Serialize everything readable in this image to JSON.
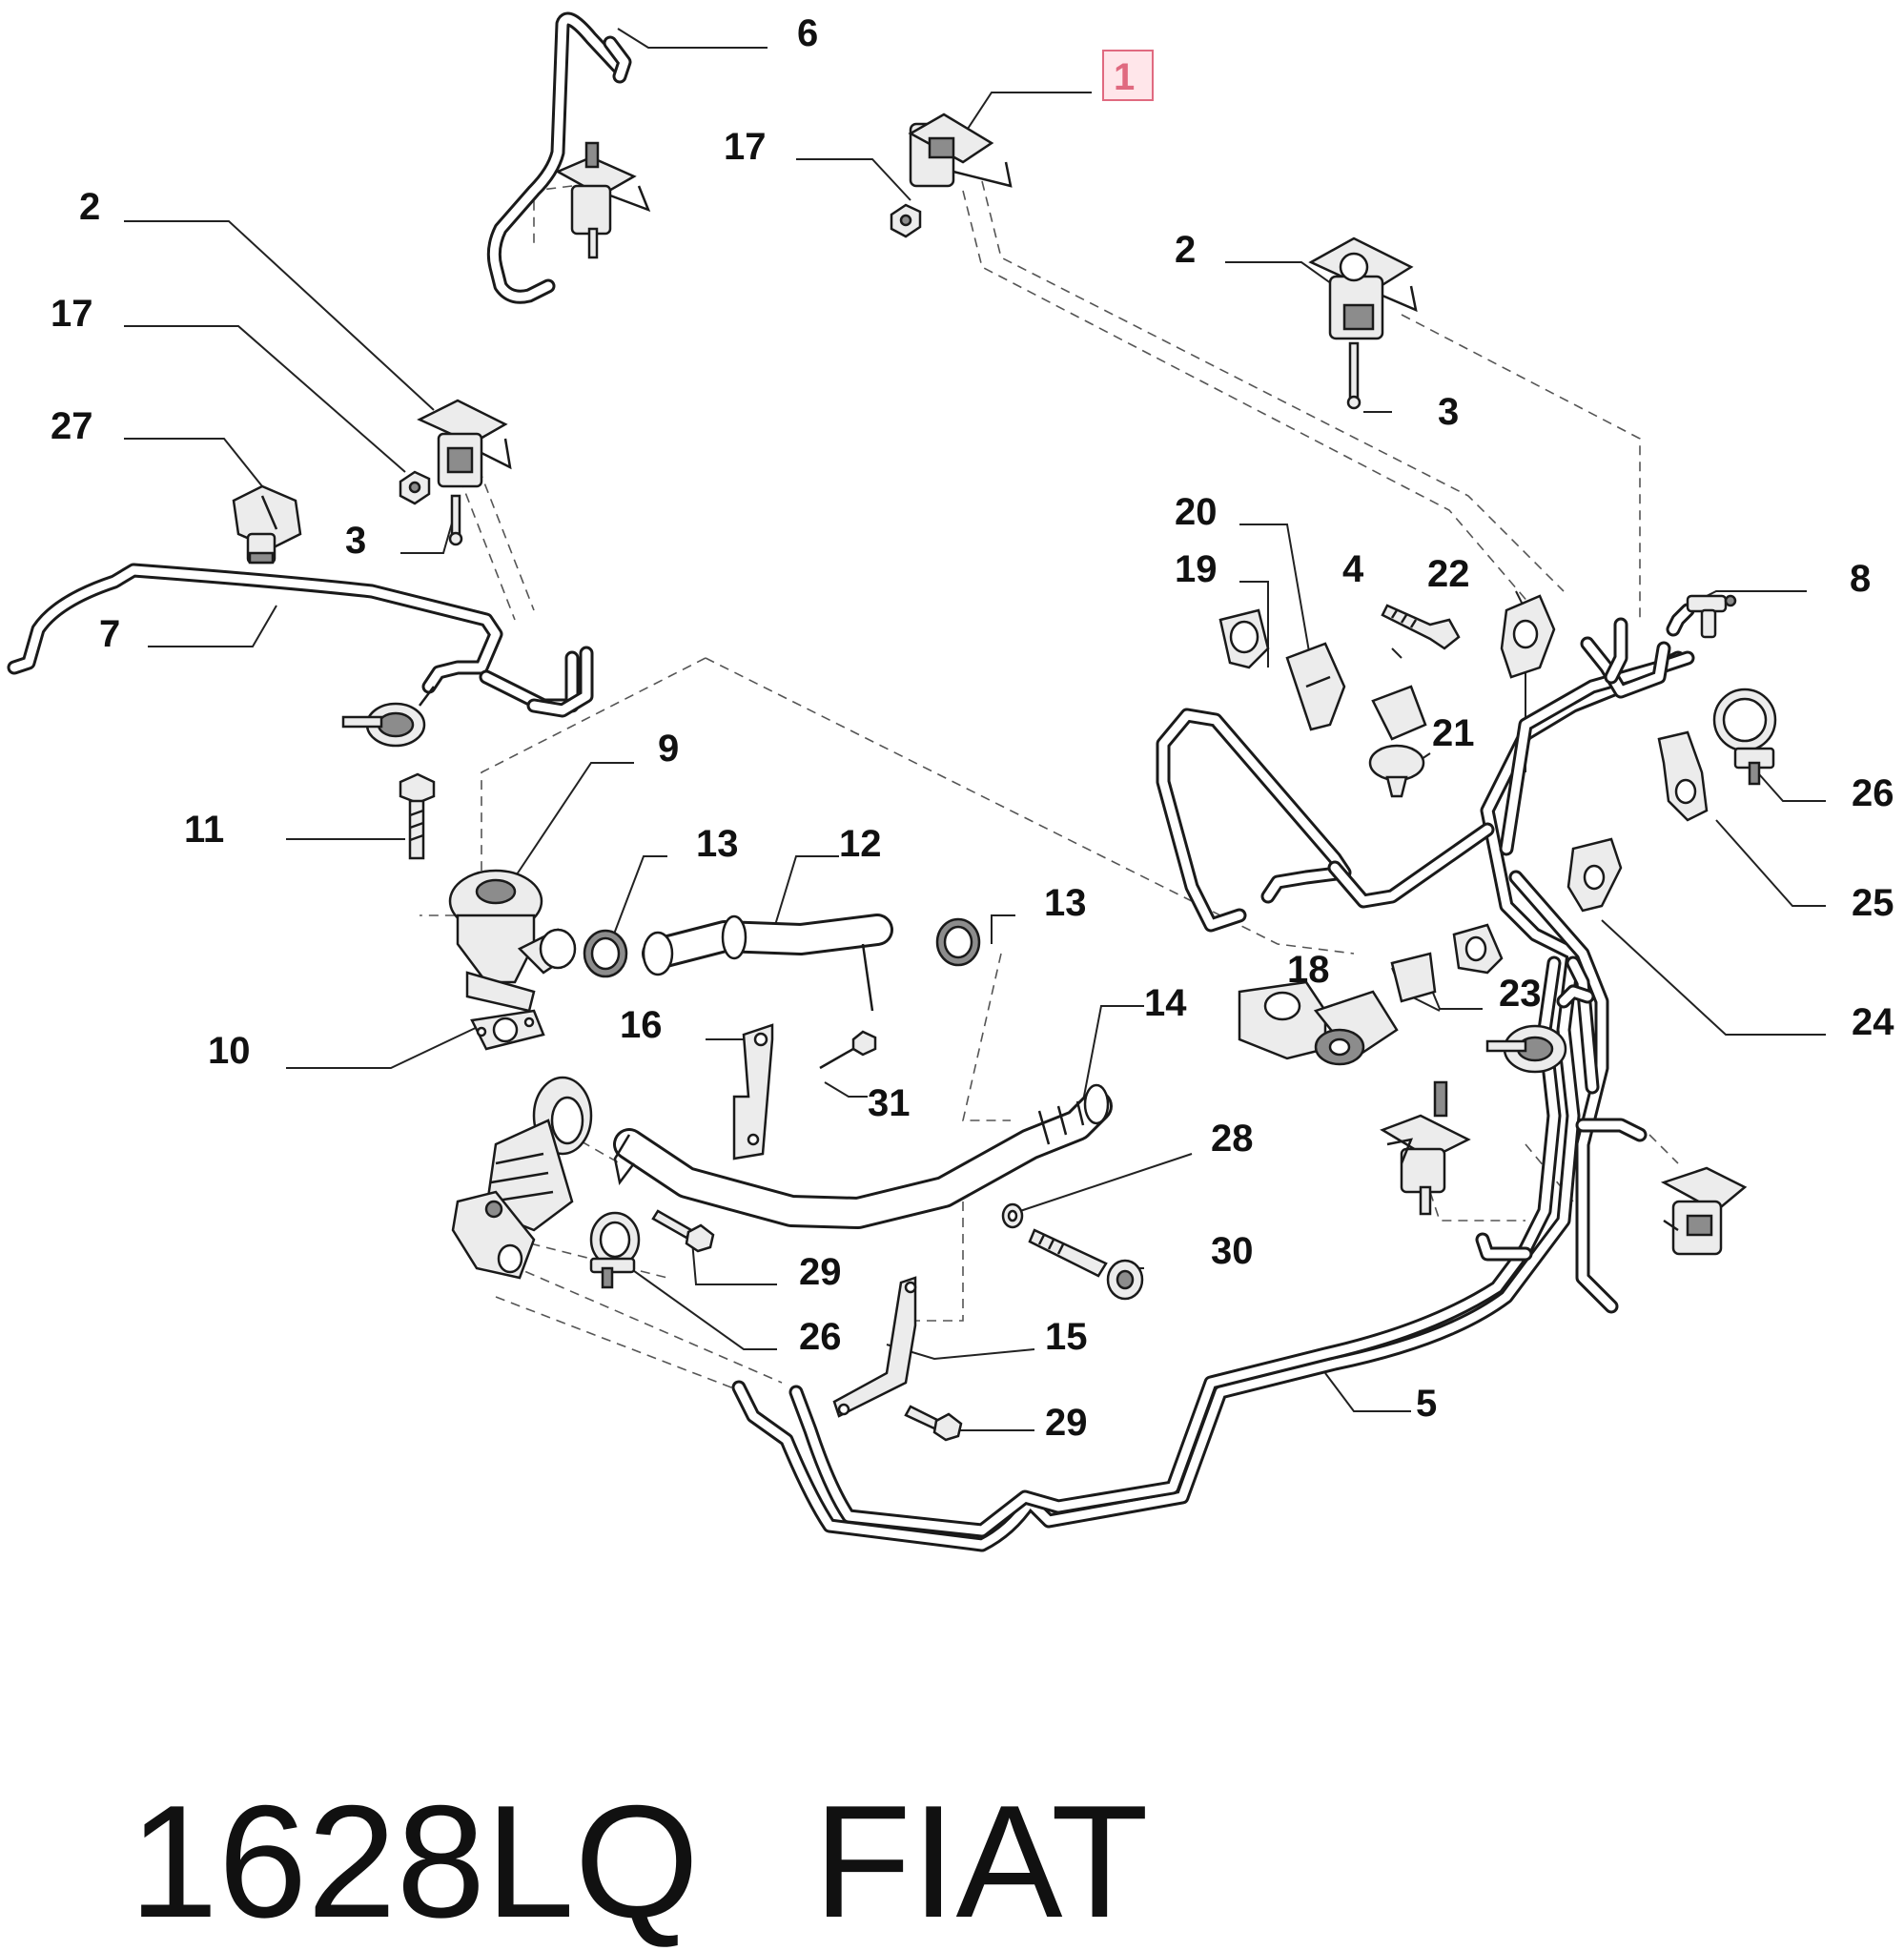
{
  "diagram": {
    "callouts": {
      "c1": "1",
      "c2a": "2",
      "c2b": "2",
      "c3a": "3",
      "c3b": "3",
      "c4": "4",
      "c5": "5",
      "c6": "6",
      "c7": "7",
      "c8": "8",
      "c9": "9",
      "c10": "10",
      "c11": "11",
      "c12": "12",
      "c13a": "13",
      "c13b": "13",
      "c14": "14",
      "c15": "15",
      "c16": "16",
      "c17a": "17",
      "c17b": "17",
      "c18": "18",
      "c19": "19",
      "c20": "20",
      "c21": "21",
      "c22": "22",
      "c23": "23",
      "c24": "24",
      "c25": "25",
      "c26a": "26",
      "c26b": "26",
      "c27": "27",
      "c28": "28",
      "c29a": "29",
      "c29b": "29",
      "c30": "30",
      "c31": "31"
    },
    "highlighted_callout": "1",
    "highlight_color": "#e06a80",
    "highlight_fill": "#ffe6ea"
  },
  "footer": {
    "part_number": "1628LQ",
    "brand": "FIAT"
  }
}
